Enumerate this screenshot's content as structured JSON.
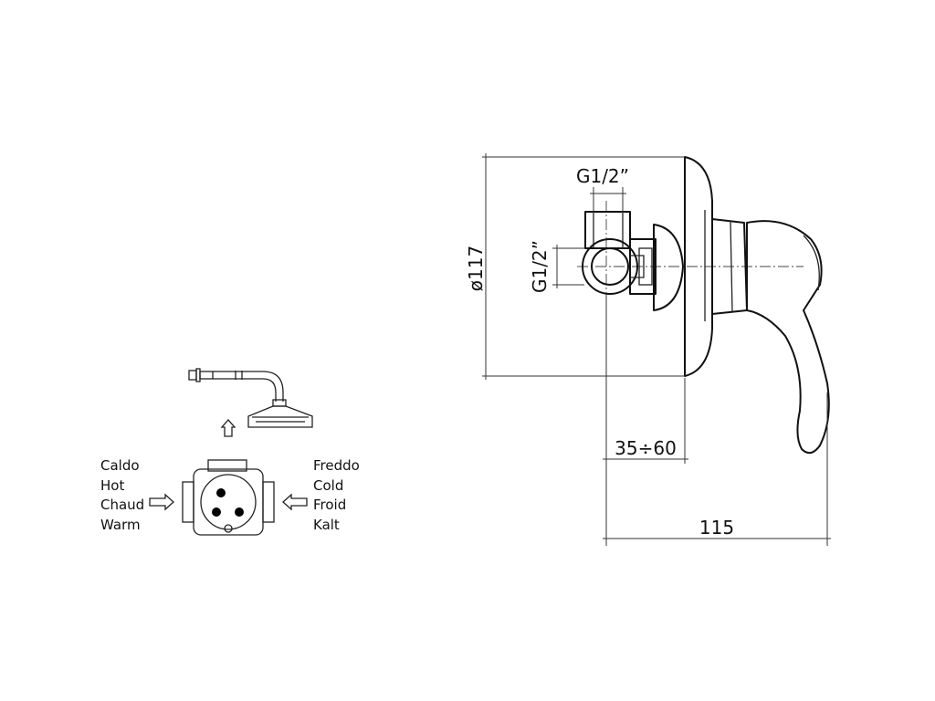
{
  "dimensions": {
    "connection_top": "G1/2”",
    "connection_side": "G1/2”",
    "plate_diameter": "ø117",
    "wall_depth": "35÷60",
    "total_depth": "115"
  },
  "labels": {
    "hot": [
      "Caldo",
      "Hot",
      "Chaud",
      "Warm"
    ],
    "cold": [
      "Freddo",
      "Cold",
      "Froid",
      "Kalt"
    ]
  },
  "icons": {
    "shower": "shower-head-icon",
    "arrow_up": "arrow-up-icon",
    "arrow_in": "arrow-right-icon"
  }
}
